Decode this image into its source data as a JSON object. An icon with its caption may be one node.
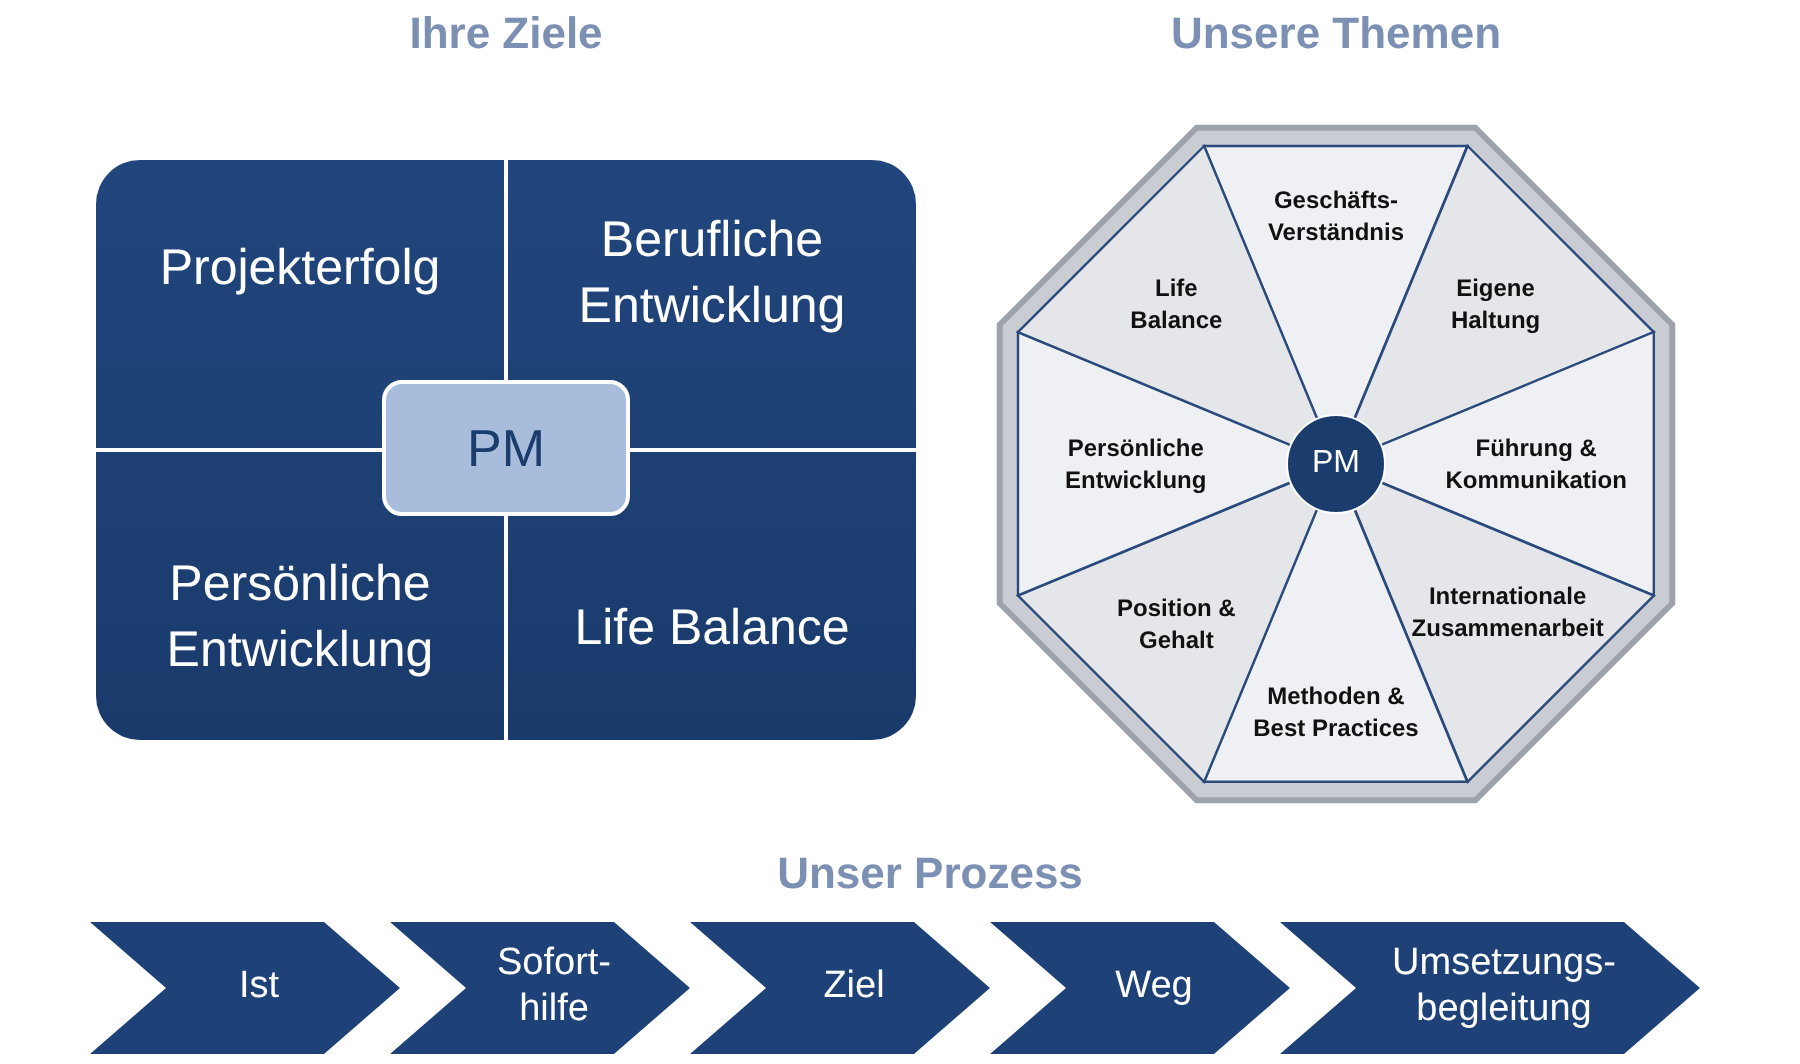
{
  "diagram": {
    "nodes": [
      {
        "text": [
          "Ihre Ziele"
        ]
      },
      {
        "text": [
          "Projekterfolg"
        ],
        "in": 0
      },
      {
        "text": [
          "Berufliche Entwicklung"
        ],
        "in": 0
      },
      {
        "text": [
          "Persönliche Entwicklung"
        ],
        "in": 0
      },
      {
        "text": [
          "Life Balance"
        ],
        "in": 0
      },
      {
        "text": [
          "PM"
        ],
        "in": 0
      },
      {
        "text": [
          "Unsere Themen"
        ]
      },
      {
        "text": [
          "Geschäfts-Verständnis"
        ],
        "in": 6
      },
      {
        "text": [
          "Eigene Haltung"
        ],
        "in": 6
      },
      {
        "text": [
          "Führung & Kommunikation"
        ],
        "in": 6
      },
      {
        "text": [
          "Internationale Zusammenarbeit"
        ],
        "in": 6
      },
      {
        "text": [
          "Methoden & Best Practices"
        ],
        "in": 6
      },
      {
        "text": [
          "Position & Gehalt"
        ],
        "in": 6
      },
      {
        "text": [
          "Persönliche Entwicklung"
        ],
        "in": 6
      },
      {
        "text": [
          "Life Balance"
        ],
        "in": 6
      },
      {
        "text": [
          "PM"
        ],
        "in": 6
      },
      {
        "text": [
          "Ist"
        ]
      },
      {
        "text": [
          "Sofort-hilfe"
        ]
      },
      {
        "text": [
          "Ziel"
        ]
      },
      {
        "text": [
          "Weg"
        ]
      },
      {
        "text": [
          "Umsetzungs-begleitung"
        ]
      }
    ],
    "labels": [
      "Unser Prozess"
    ]
  }
}
